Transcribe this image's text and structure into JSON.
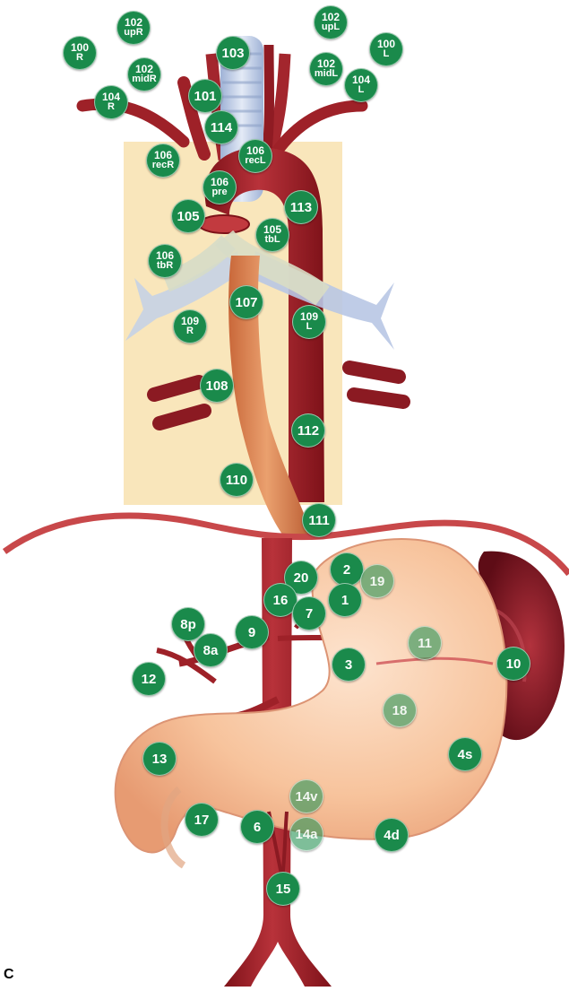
{
  "figure_label": "C",
  "colors": {
    "node": "#1a8a4b",
    "node_faded": "#3aa26a",
    "artery": "#a8232b",
    "esophagus": "#d9804d",
    "trachea": "#b7c6e0",
    "stomach": "#f6c7a0",
    "spleen": "#7a1420",
    "mediastinum": "#f8e3b4",
    "diaphragm": "#c8484a"
  },
  "nodes": [
    {
      "id": "n-100R",
      "label": "100",
      "sub": "R",
      "style": "solid"
    },
    {
      "id": "n-102upR",
      "label": "102",
      "sub": "upR",
      "style": "solid"
    },
    {
      "id": "n-103",
      "label": "103",
      "sub": "",
      "style": "solid"
    },
    {
      "id": "n-102upL",
      "label": "102",
      "sub": "upL",
      "style": "solid"
    },
    {
      "id": "n-100L",
      "label": "100",
      "sub": "L",
      "style": "solid"
    },
    {
      "id": "n-102midR",
      "label": "102",
      "sub": "midR",
      "style": "solid"
    },
    {
      "id": "n-102midL",
      "label": "102",
      "sub": "midL",
      "style": "solid"
    },
    {
      "id": "n-104R",
      "label": "104",
      "sub": "R",
      "style": "solid"
    },
    {
      "id": "n-101",
      "label": "101",
      "sub": "",
      "style": "solid"
    },
    {
      "id": "n-104L",
      "label": "104",
      "sub": "L",
      "style": "solid"
    },
    {
      "id": "n-114",
      "label": "114",
      "sub": "",
      "style": "solid"
    },
    {
      "id": "n-106recR",
      "label": "106",
      "sub": "recR",
      "style": "solid"
    },
    {
      "id": "n-106recL",
      "label": "106",
      "sub": "recL",
      "style": "solid"
    },
    {
      "id": "n-106pre",
      "label": "106",
      "sub": "pre",
      "style": "solid"
    },
    {
      "id": "n-105",
      "label": "105",
      "sub": "",
      "style": "solid"
    },
    {
      "id": "n-113",
      "label": "113",
      "sub": "",
      "style": "solid"
    },
    {
      "id": "n-105tbL",
      "label": "105",
      "sub": "tbL",
      "style": "solid"
    },
    {
      "id": "n-106tbR",
      "label": "106",
      "sub": "tbR",
      "style": "solid"
    },
    {
      "id": "n-107",
      "label": "107",
      "sub": "",
      "style": "solid"
    },
    {
      "id": "n-109R",
      "label": "109",
      "sub": "R",
      "style": "solid"
    },
    {
      "id": "n-109L",
      "label": "109",
      "sub": "L",
      "style": "solid"
    },
    {
      "id": "n-108",
      "label": "108",
      "sub": "",
      "style": "solid"
    },
    {
      "id": "n-112",
      "label": "112",
      "sub": "",
      "style": "solid"
    },
    {
      "id": "n-110",
      "label": "110",
      "sub": "",
      "style": "solid"
    },
    {
      "id": "n-111",
      "label": "111",
      "sub": "",
      "style": "solid"
    },
    {
      "id": "n-20",
      "label": "20",
      "sub": "",
      "style": "solid"
    },
    {
      "id": "n-2",
      "label": "2",
      "sub": "",
      "style": "solid"
    },
    {
      "id": "n-19",
      "label": "19",
      "sub": "",
      "style": "faded"
    },
    {
      "id": "n-16",
      "label": "16",
      "sub": "",
      "style": "solid"
    },
    {
      "id": "n-1",
      "label": "1",
      "sub": "",
      "style": "solid"
    },
    {
      "id": "n-7",
      "label": "7",
      "sub": "",
      "style": "solid"
    },
    {
      "id": "n-8p",
      "label": "8p",
      "sub": "",
      "style": "solid"
    },
    {
      "id": "n-9",
      "label": "9",
      "sub": "",
      "style": "solid"
    },
    {
      "id": "n-8a",
      "label": "8a",
      "sub": "",
      "style": "solid"
    },
    {
      "id": "n-11",
      "label": "11",
      "sub": "",
      "style": "faded"
    },
    {
      "id": "n-3",
      "label": "3",
      "sub": "",
      "style": "solid"
    },
    {
      "id": "n-10",
      "label": "10",
      "sub": "",
      "style": "solid"
    },
    {
      "id": "n-12",
      "label": "12",
      "sub": "",
      "style": "solid"
    },
    {
      "id": "n-18",
      "label": "18",
      "sub": "",
      "style": "faded"
    },
    {
      "id": "n-13",
      "label": "13",
      "sub": "",
      "style": "solid"
    },
    {
      "id": "n-4s",
      "label": "4s",
      "sub": "",
      "style": "solid"
    },
    {
      "id": "n-14v",
      "label": "14v",
      "sub": "",
      "style": "faded"
    },
    {
      "id": "n-17",
      "label": "17",
      "sub": "",
      "style": "solid"
    },
    {
      "id": "n-6",
      "label": "6",
      "sub": "",
      "style": "solid"
    },
    {
      "id": "n-14a",
      "label": "14a",
      "sub": "",
      "style": "faded"
    },
    {
      "id": "n-4d",
      "label": "4d",
      "sub": "",
      "style": "solid"
    },
    {
      "id": "n-15",
      "label": "15",
      "sub": "",
      "style": "solid"
    }
  ]
}
